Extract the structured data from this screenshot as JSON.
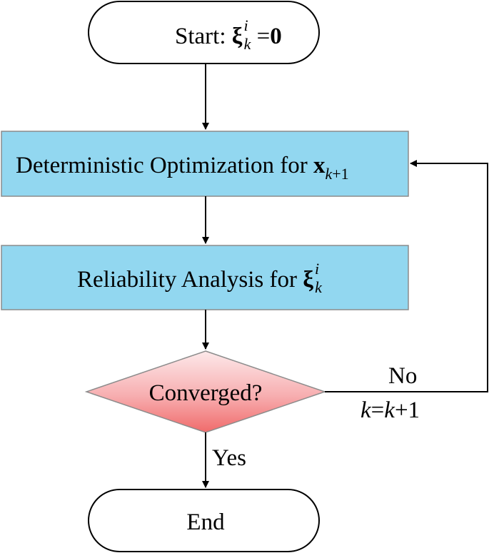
{
  "diagram": {
    "start": {
      "prefix": "Start: ",
      "symbol": "ξ",
      "sup": "i",
      "sub": "k",
      "equals": " =",
      "value": "0"
    },
    "step_optimization": {
      "text": "Deterministic Optimization for ",
      "symbol": "x",
      "sub_k": "k",
      "sub_plus": "+1"
    },
    "step_reliability": {
      "text": "Reliability Analysis for ",
      "symbol": "ξ",
      "sup": "i",
      "sub": "k"
    },
    "decision": {
      "text": "Converged?"
    },
    "branch_no": {
      "label": "No",
      "update_k1": "k",
      "update_eq": "=",
      "update_k2": "k",
      "update_plus": "+1"
    },
    "branch_yes": {
      "label": "Yes"
    },
    "end": {
      "text": "End"
    }
  },
  "colors": {
    "process_fill": "#92d7f0",
    "process_stroke": "#8c8c8c",
    "decision_gradient_top": "#fde9ea",
    "decision_gradient_bottom": "#f06b6b",
    "stroke": "#000000"
  }
}
